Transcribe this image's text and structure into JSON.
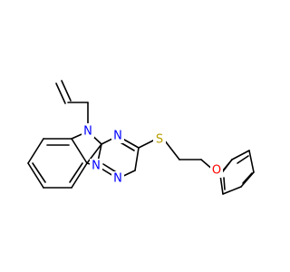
{
  "molecule": {
    "atoms": {
      "n_indole": "N",
      "n_triazine_top": "N",
      "n_triazine_left": "N",
      "n_triazine_right": "N",
      "sulfur": "S",
      "oxygen": "O"
    },
    "colors": {
      "nitrogen": "#0000ff",
      "sulfur": "#b8a000",
      "oxygen": "#ff0000",
      "bond": "#000000",
      "background": "#ffffff"
    }
  }
}
